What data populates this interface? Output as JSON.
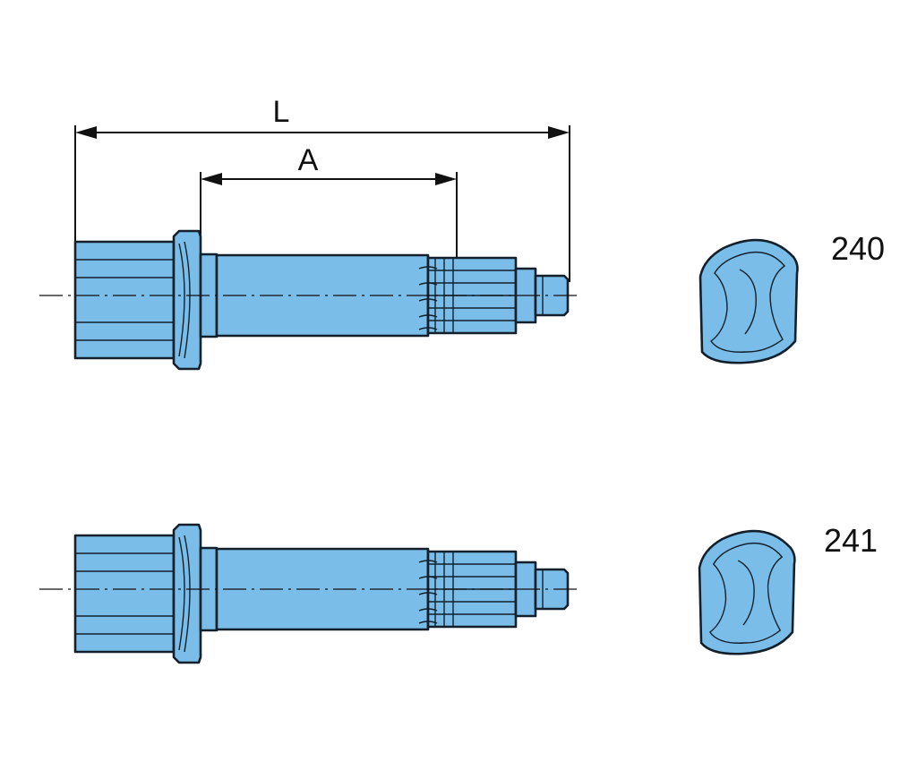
{
  "dimensions": {
    "overall_length_label": "L",
    "spline_length_label": "A"
  },
  "parts": [
    {
      "label": "240"
    },
    {
      "label": "241"
    }
  ],
  "colors": {
    "part_fill": "#79bde8",
    "part_fill_light": "#a9d6f3",
    "outline": "#13202b",
    "background": "#ffffff"
  }
}
